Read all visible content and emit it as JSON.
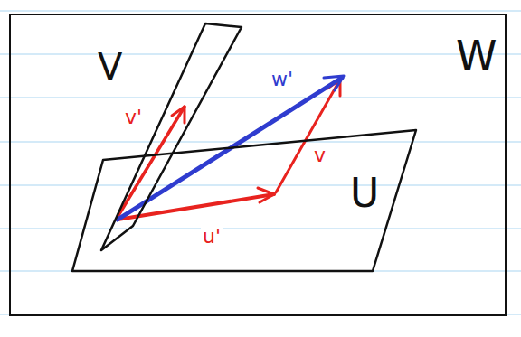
{
  "diagram": {
    "nodes": [
      {
        "text": [
          "W"
        ]
      },
      {
        "text": [
          "V"
        ],
        "in": 0
      },
      {
        "text": [
          "U"
        ],
        "in": 0
      }
    ],
    "labels": [
      "v'",
      "u'",
      "w'",
      "v"
    ]
  }
}
